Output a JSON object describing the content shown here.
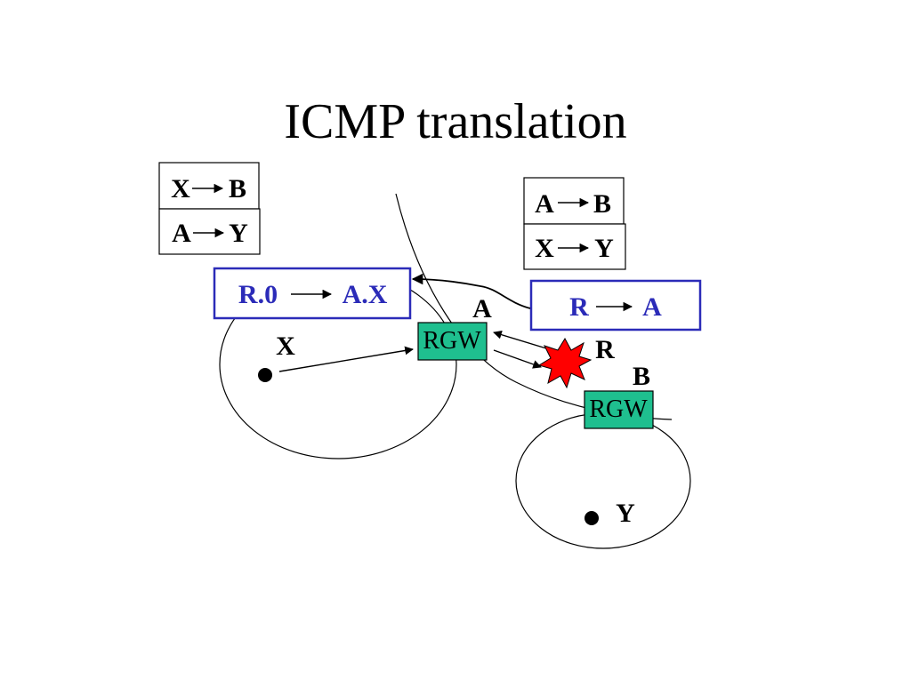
{
  "slide": {
    "title": "ICMP translation"
  },
  "tables": {
    "left_top": {
      "from": "X",
      "to": "B"
    },
    "left_bottom": {
      "from": "A",
      "to": "Y"
    },
    "right_top": {
      "from": "A",
      "to": "B"
    },
    "right_bottom": {
      "from": "X",
      "to": "Y"
    }
  },
  "packets": {
    "translated": {
      "from": "R.0",
      "to": "A.X"
    },
    "original": {
      "from": "R",
      "to": "A"
    }
  },
  "nodes": {
    "host_x": "X",
    "host_y": "Y",
    "gateway_a_label": "A",
    "gateway_b_label": "B",
    "router_label": "R",
    "rgw_a": "RGW",
    "rgw_b": "RGW"
  },
  "colors": {
    "packet_border": "#2b2bb8",
    "packet_text": "#2b2bb8",
    "rgw_fill": "#1fbf8f",
    "error_burst": "#ff0000"
  }
}
